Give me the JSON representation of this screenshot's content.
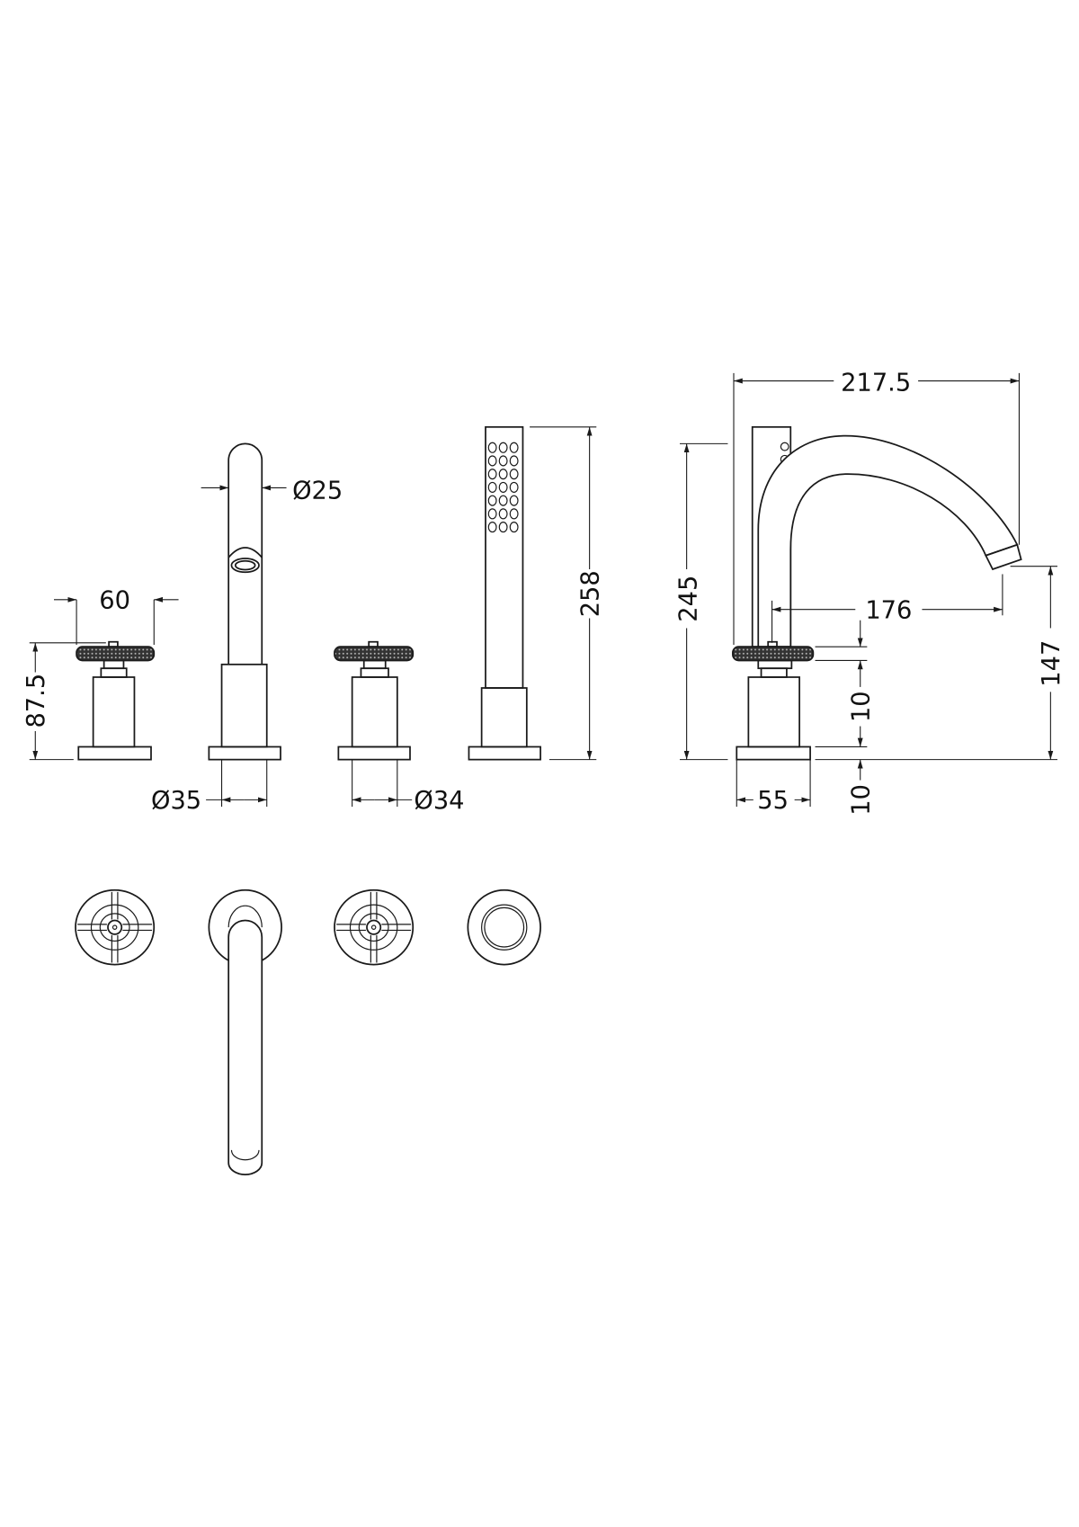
{
  "drawing": {
    "ink_color": "#1a1a1a",
    "dimensions": {
      "handle_width": "60",
      "handle_height": "87.5",
      "spout_tube_diameter": "Ø25",
      "spout_base_diameter": "Ø35",
      "handle_base_diameter": "Ø34",
      "handshower_height": "258",
      "spout_reach_overall": "217.5",
      "spout_height": "245",
      "spout_reach": "176",
      "spout_outlet_height": "147",
      "handle_thickness": "10",
      "base_thickness": "10",
      "base_width": "55"
    }
  }
}
